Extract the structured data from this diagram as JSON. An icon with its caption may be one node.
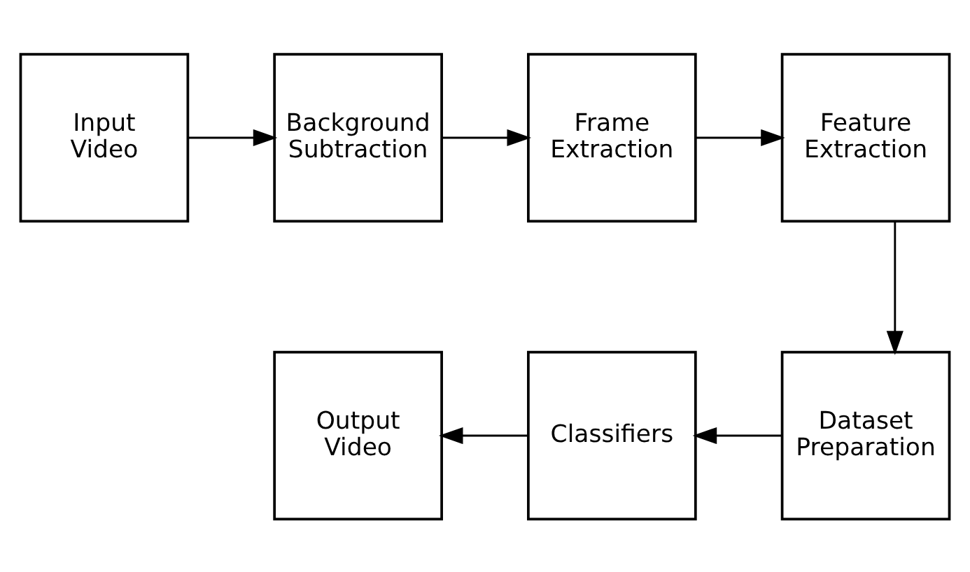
{
  "diagram": {
    "nodes": [
      {
        "text": [
          "Input Video"
        ]
      },
      {
        "text": [
          "Background Subtraction"
        ]
      },
      {
        "text": [
          "Frame Extraction"
        ]
      },
      {
        "text": [
          "Feature Extraction"
        ]
      },
      {
        "text": [
          "Dataset Preparation"
        ]
      },
      {
        "text": [
          "Classifiers"
        ]
      },
      {
        "text": [
          "Output Video"
        ]
      }
    ],
    "edges": [
      {
        "from": 0,
        "to": 1,
        "arrow": "to"
      },
      {
        "from": 1,
        "to": 2,
        "arrow": "to"
      },
      {
        "from": 2,
        "to": 3,
        "arrow": "to"
      },
      {
        "from": 3,
        "to": 4,
        "arrow": "to"
      },
      {
        "from": 4,
        "to": 5,
        "arrow": "to"
      },
      {
        "from": 5,
        "to": 6,
        "arrow": "to"
      }
    ]
  }
}
